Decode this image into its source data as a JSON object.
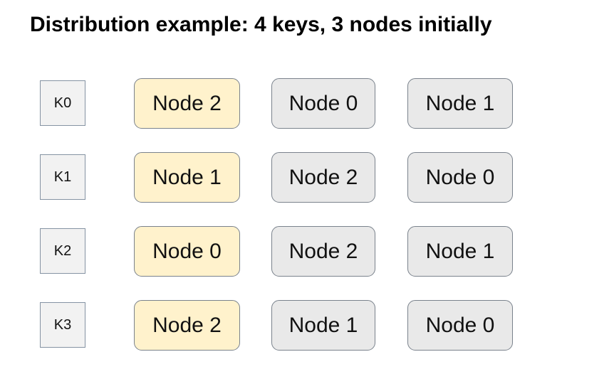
{
  "title": "Distribution example: 4 keys, 3 nodes initially",
  "colors": {
    "highlight-fill": "#FFF2CC",
    "node-fill": "#E9E9E9",
    "key-fill": "#F2F2F2",
    "node-border": "#7A828C",
    "key-border": "#8593A3",
    "text": "#111111"
  },
  "rows": [
    {
      "key": "K0",
      "nodes": [
        {
          "label": "Node 2",
          "highlighted": true
        },
        {
          "label": "Node 0",
          "highlighted": false
        },
        {
          "label": "Node 1",
          "highlighted": false
        }
      ]
    },
    {
      "key": "K1",
      "nodes": [
        {
          "label": "Node 1",
          "highlighted": true
        },
        {
          "label": "Node 2",
          "highlighted": false
        },
        {
          "label": "Node 0",
          "highlighted": false
        }
      ]
    },
    {
      "key": "K2",
      "nodes": [
        {
          "label": "Node 0",
          "highlighted": true
        },
        {
          "label": "Node 2",
          "highlighted": false
        },
        {
          "label": "Node 1",
          "highlighted": false
        }
      ]
    },
    {
      "key": "K3",
      "nodes": [
        {
          "label": "Node 2",
          "highlighted": true
        },
        {
          "label": "Node 1",
          "highlighted": false
        },
        {
          "label": "Node 0",
          "highlighted": false
        }
      ]
    }
  ]
}
